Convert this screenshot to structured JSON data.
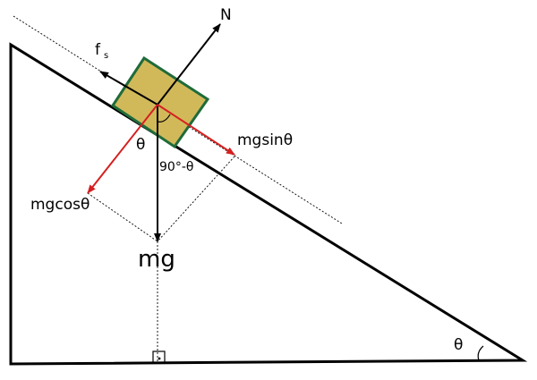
{
  "labels": {
    "normal": "N",
    "friction": "f",
    "friction_sub": "s",
    "sin_component": "mgsinθ",
    "cos_component": "mgcosθ",
    "weight": "mg",
    "angle_at_block": "θ",
    "complement_angle": "90°-θ",
    "incline_angle": "θ"
  },
  "colors": {
    "block_fill": "#d1b95a",
    "block_border": "#1f6b3a",
    "component_arrows": "#d62020",
    "force_arrows": "#000000",
    "incline": "#000000"
  }
}
